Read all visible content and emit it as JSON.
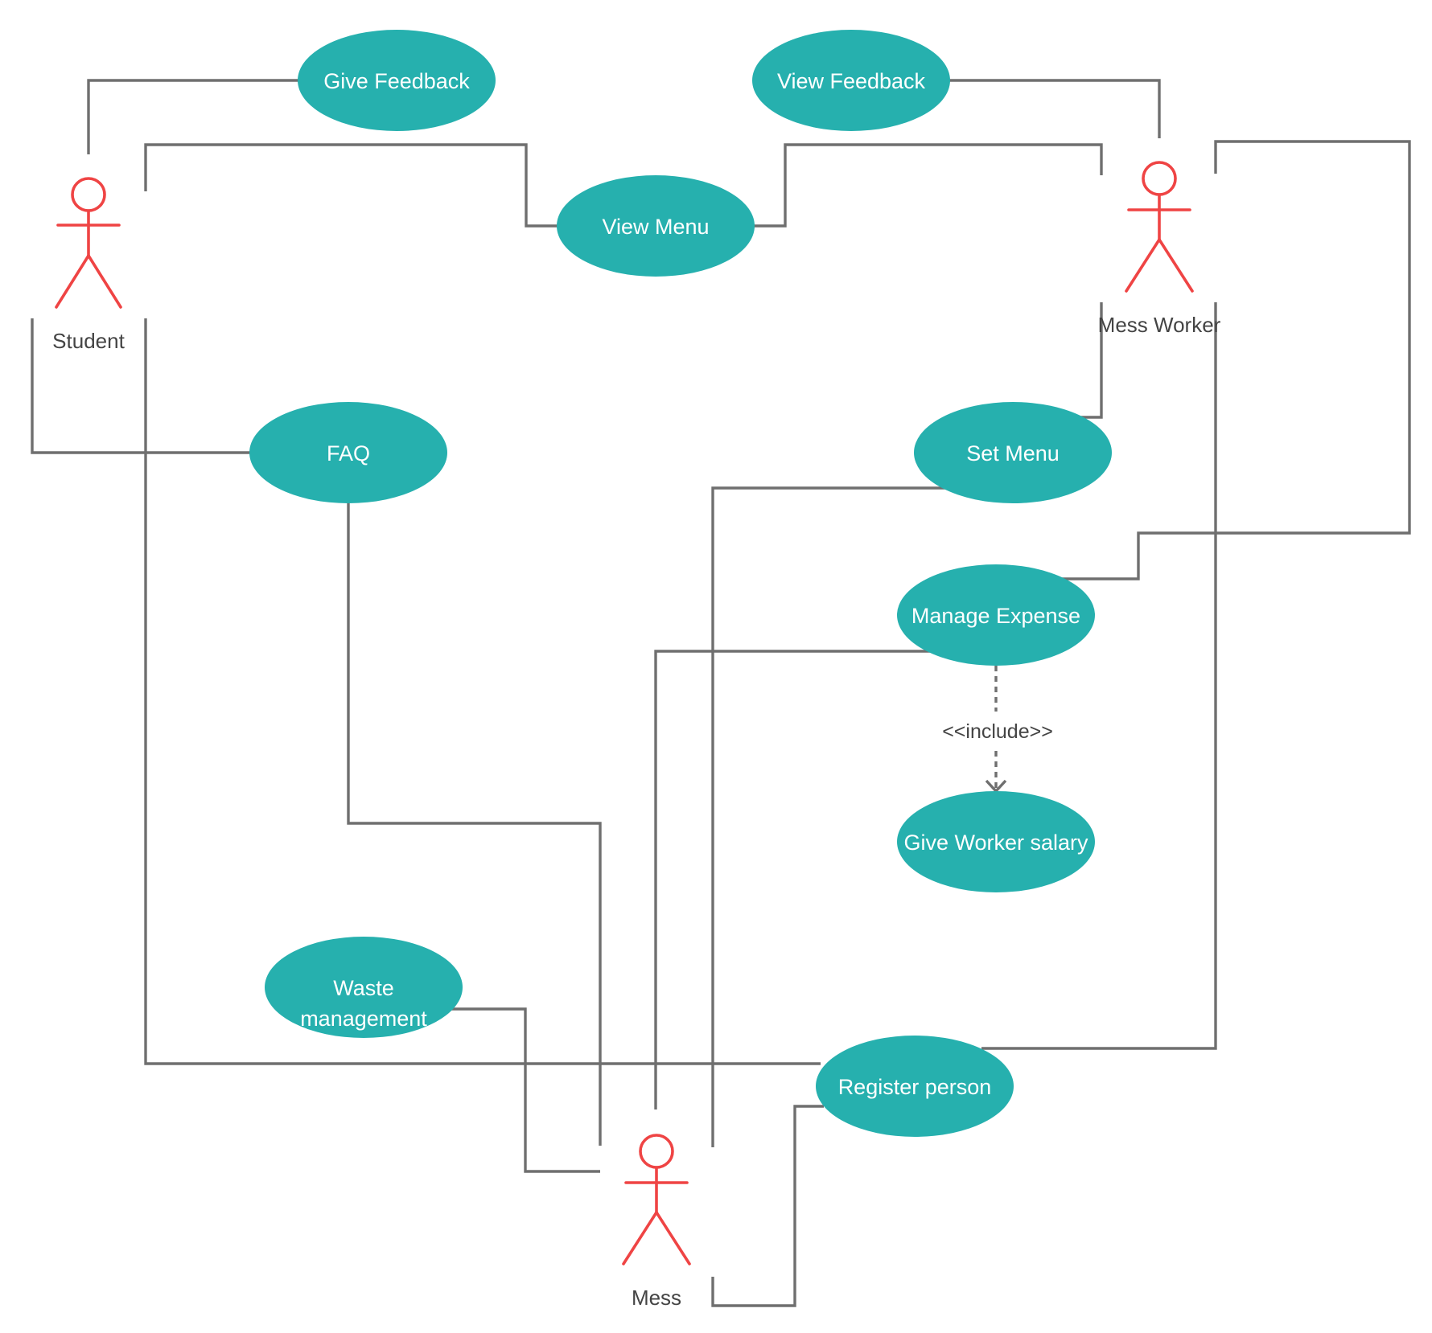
{
  "actors": {
    "student": "Student",
    "mess_worker": "Mess Worker",
    "mess": "Mess"
  },
  "use_cases": {
    "give_feedback": "Give Feedback",
    "view_feedback": "View Feedback",
    "view_menu": "View Menu",
    "faq": "FAQ",
    "set_menu": "Set Menu",
    "manage_expense": "Manage Expense",
    "give_worker_salary": "Give Worker salary",
    "waste_management_line1": "Waste",
    "waste_management_line2": "management",
    "register_person": "Register person"
  },
  "relations": {
    "include": "<<include>>"
  },
  "colors": {
    "use_case_fill": "#26b0ae",
    "actor_stroke": "#ef4444",
    "connector": "#6f6f6f"
  }
}
